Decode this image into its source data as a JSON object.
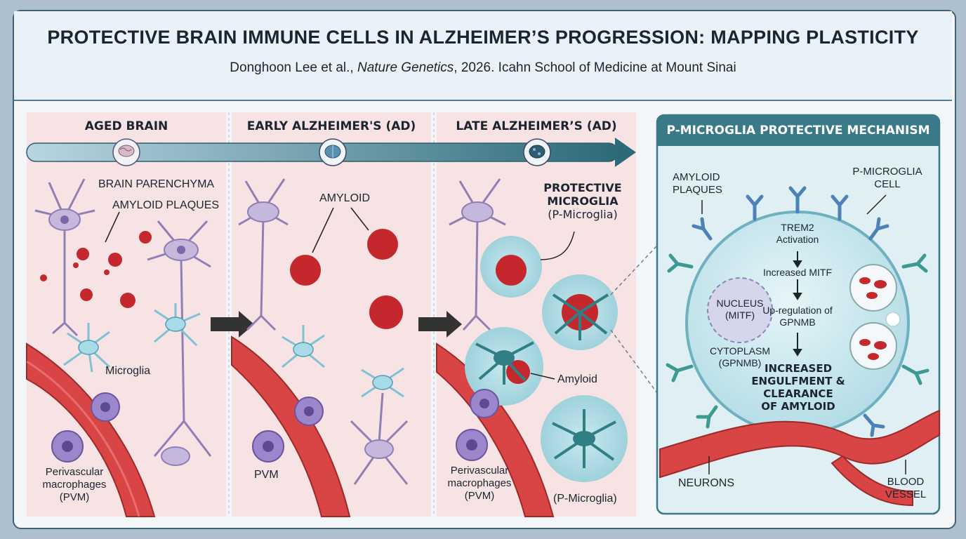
{
  "header": {
    "title": "PROTECTIVE BRAIN IMMUNE CELLS IN ALZHEIMER’S PROGRESSION: MAPPING PLASTICITY",
    "authors": "Donghoon Lee et al., ",
    "journal": "Nature Genetics",
    "year_affiliation": ", 2026.   Icahn School of Medicine at Mount Sinai"
  },
  "stages": {
    "aged": "AGED BRAIN",
    "early": "EARLY ALZHEIMER'S (AD)",
    "late": "LATE ALZHEIMER’S (AD)"
  },
  "aged_labels": {
    "parenchyma": "BRAIN PARENCHYMA",
    "plaques": "AMYLOID PLAQUES",
    "microglia": "Microglia",
    "pvm_line1": "Perivascular",
    "pvm_line2": "macrophages",
    "pvm_line3": "(PVM)"
  },
  "early_labels": {
    "amyloid": "AMYLOID",
    "pvm": "PVM"
  },
  "late_labels": {
    "protective_line1": "PROTECTIVE",
    "protective_line2": "MICROGLIA",
    "protective_line3": "(P-Microglia)",
    "amyloid": "Amyloid",
    "pvm_line1": "Perivascular",
    "pvm_line2": "macrophages",
    "pvm_line3": "(PVM)",
    "pmicroglia": "(P-Microglia)"
  },
  "mechanism": {
    "title": "P-MICROGLIA PROTECTIVE MECHANISM",
    "amyloid_line1": "AMYLOID",
    "amyloid_line2": "PLAQUES",
    "cell_line1": "P-MICROGLIA",
    "cell_line2": "CELL",
    "trem2_line1": "TREM2",
    "trem2_line2": "Activation",
    "mitf": "Increased MITF",
    "gpnmb_line1": "Up-regulation of",
    "gpnmb_line2": "GPNMB",
    "nucleus_line1": "NUCLEUS",
    "nucleus_line2": "(MITF)",
    "cytoplasm_line1": "CYTOPLASM",
    "cytoplasm_line2": "(GPNMB)",
    "result_line1": "INCREASED",
    "result_line2": "ENGULFMENT &",
    "result_line3": "CLEARANCE",
    "result_line4": "OF AMYLOID",
    "neurons": "NEURONS",
    "vessel_line1": "BLOOD",
    "vessel_line2": "VESSEL"
  },
  "colors": {
    "frame": "#3f5f74",
    "timeline": "#2d6a79",
    "amyloid": "#c4282c",
    "neuron": "#b3a4cf",
    "microglia_light": "#8ecfe0",
    "microglia_dark": "#2f7f85",
    "vessel": "#d04040",
    "pvm": "#9c86cc",
    "panel_bg": "#e0eff3",
    "panel_header": "#3a7a88"
  },
  "icons": [
    "brain-icon",
    "brain-network-icon",
    "brain-dark-icon"
  ]
}
